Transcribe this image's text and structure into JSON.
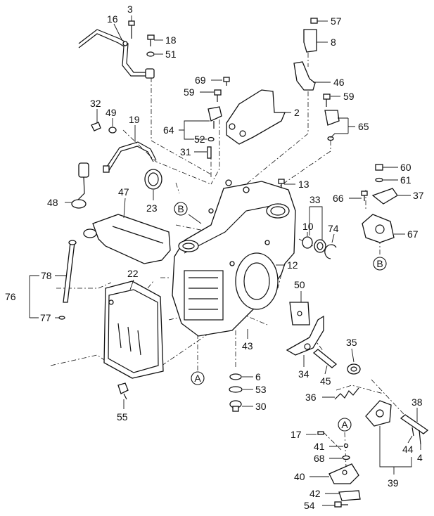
{
  "diagram": {
    "callouts": {
      "p2": "2",
      "p3": "3",
      "p4": "4",
      "p6": "6",
      "p8": "8",
      "p10": "10",
      "p12": "12",
      "p13": "13",
      "p16": "16",
      "p17": "17",
      "p18": "18",
      "p19": "19",
      "p22": "22",
      "p23": "23",
      "p30": "30",
      "p31": "31",
      "p32": "32",
      "p33": "33",
      "p34": "34",
      "p35": "35",
      "p36": "36",
      "p37": "37",
      "p38": "38",
      "p39": "39",
      "p40": "40",
      "p41": "41",
      "p42": "42",
      "p43": "43",
      "p44": "44",
      "p45": "45",
      "p46": "46",
      "p47": "47",
      "p48": "48",
      "p49": "49",
      "p50": "50",
      "p51": "51",
      "p52": "52",
      "p53": "53",
      "p54": "54",
      "p55": "55",
      "p57": "57",
      "p59a": "59",
      "p59b": "59",
      "p60": "60",
      "p61": "61",
      "p64": "64",
      "p65": "65",
      "p66": "66",
      "p67": "67",
      "p68": "68",
      "p69": "69",
      "p74": "74",
      "p76": "76",
      "p77": "77",
      "p78": "78"
    },
    "refs": {
      "a_bottom": "A",
      "a_right": "A",
      "b_left": "B",
      "b_right": "B"
    }
  }
}
